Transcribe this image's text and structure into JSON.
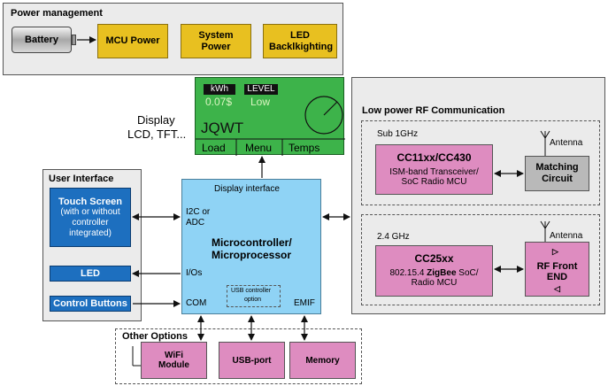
{
  "power": {
    "title": "Power management",
    "battery": "Battery",
    "mcu_power": "MCU Power",
    "system_power": "System Power",
    "led_backlight": "LED Backlkighting"
  },
  "display": {
    "label_line1": "Display",
    "label_line2": "LCD, TFT...",
    "kwh_label": "kWh",
    "kwh_value": "0.07$",
    "level_label": "LEVEL",
    "level_value": "Low",
    "brand": "JQWT",
    "btn_load": "Load",
    "btn_menu": "Menu",
    "btn_temps": "Temps"
  },
  "mcu": {
    "display_interface": "Display interface",
    "i2c": "I2C or",
    "adc": "ADC",
    "title_line1": "Microcontroller/",
    "title_line2": "Microprocessor",
    "ios": "I/Os",
    "usb_ctrl_line1": "USB controller",
    "usb_ctrl_line2": "option",
    "com": "COM",
    "emif": "EMIF"
  },
  "ui": {
    "title": "User Interface",
    "touch_line1": "Touch Screen",
    "touch_line2": "(with or without",
    "touch_line3": "controller",
    "touch_line4": "integrated)",
    "led": "LED",
    "control_buttons": "Control Buttons"
  },
  "rf": {
    "title": "Low power RF Communication",
    "sub1_label": "Sub 1GHz",
    "sub1_chip": "CC11xx/CC430",
    "sub1_desc_line1": "ISM-band Transceiver/",
    "sub1_desc_line2": "SoC Radio MCU",
    "antenna1": "Antenna",
    "matching_line1": "Matching",
    "matching_line2": "Circuit",
    "ghz_label": "2.4 GHz",
    "ghz_chip": "CC25xx",
    "ghz_desc_pre": "802.15.4 ",
    "ghz_desc_bold": "ZigBee",
    "ghz_desc_post": " SoC/",
    "ghz_desc_line2": "Radio MCU",
    "antenna2": "Antenna",
    "rf_front_line1": "RF Front",
    "rf_front_line2": "END"
  },
  "other": {
    "title": "Other Options",
    "wifi_line1": "WiFi",
    "wifi_line2": "Module",
    "usb_port": "USB-port",
    "memory": "Memory"
  },
  "colors": {
    "yellow": "#e8c020",
    "blue": "#1d6fbf",
    "mcu_blue": "#8fd3f5",
    "green": "#3db34a",
    "pink": "#de8cc0",
    "grey_panel": "#ebebeb"
  }
}
